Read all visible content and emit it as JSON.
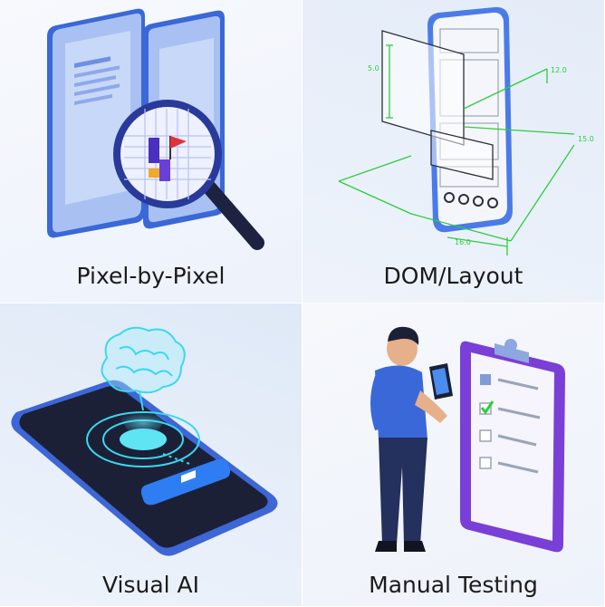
{
  "tiles": [
    {
      "label": "Pixel-by-Pixel",
      "icon": "magnifier-phones-icon"
    },
    {
      "label": "DOM/Layout",
      "icon": "layout-measure-icon"
    },
    {
      "label": "Visual AI",
      "icon": "ai-brain-phone-icon"
    },
    {
      "label": "Manual Testing",
      "icon": "tester-clipboard-icon"
    }
  ],
  "dimensions": {
    "d1": "5.0",
    "d2": "12.0",
    "d3": "15.0",
    "d4": "16.0"
  },
  "colors": {
    "phone_blue": "#5b8def",
    "measure_green": "#2ecc40",
    "flag_red": "#e0323c",
    "purple": "#7a3fd6",
    "glow_cyan": "#3ad8f0"
  }
}
